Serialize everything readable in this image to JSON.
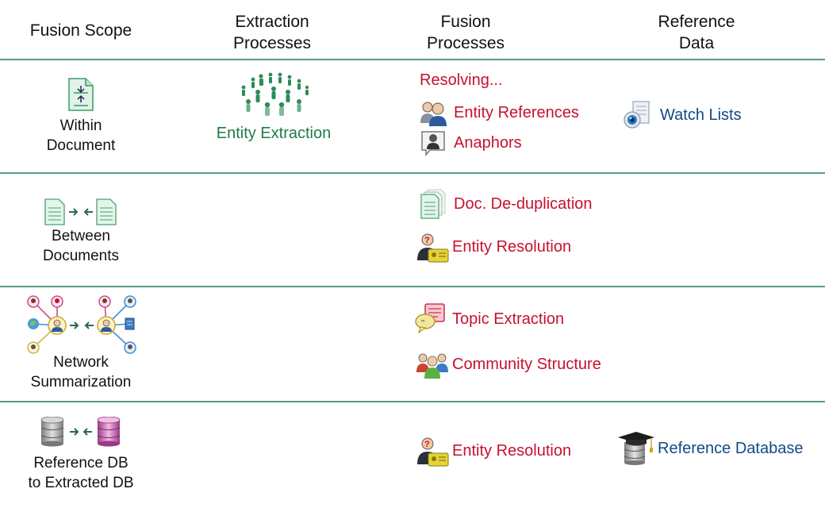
{
  "headers": {
    "scope": "Fusion Scope",
    "extraction_l1": "Extraction",
    "extraction_l2": "Processes",
    "fusion_l1": "Fusion",
    "fusion_l2": "Processes",
    "reference_l1": "Reference",
    "reference_l2": "Data"
  },
  "rows": [
    {
      "scope_l1": "Within",
      "scope_l2": "Document",
      "extraction": "Entity Extraction",
      "fusion_heading": "Resolving...",
      "fusion": [
        "Entity References",
        "Anaphors"
      ],
      "reference": "Watch Lists"
    },
    {
      "scope_l1": "Between",
      "scope_l2": "Documents",
      "fusion": [
        "Doc. De-duplication",
        "Entity Resolution"
      ]
    },
    {
      "scope_l1": "Network",
      "scope_l2": "Summarization",
      "fusion": [
        "Topic Extraction",
        "Community Structure"
      ]
    },
    {
      "scope_l1": "Reference DB",
      "scope_l2": "to Extracted DB",
      "fusion": [
        "Entity Resolution"
      ],
      "reference": "Reference Database"
    }
  ],
  "colors": {
    "fusion_text": "#c8102e",
    "reference_text": "#114a86",
    "extraction_text": "#1f7a4a",
    "rule": "#5a9a86"
  }
}
